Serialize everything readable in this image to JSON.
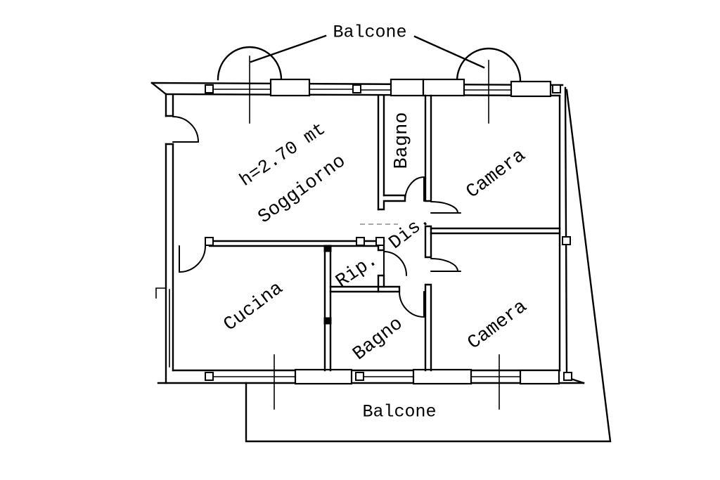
{
  "plan": {
    "balcony_top": "Balcone",
    "balcony_bottom": "Balcone",
    "ceiling_height": "h=2.70 mt",
    "rooms": {
      "soggiorno": "Soggiorno",
      "bagno_upper": "Bagno",
      "camera_upper": "Camera",
      "disimpegno": "Dis.",
      "ripostiglio": "Rip.",
      "cucina": "Cucina",
      "bagno_lower": "Bagno",
      "camera_lower": "Camera"
    }
  },
  "colors": {
    "ink": "#000000",
    "paper": "#ffffff",
    "hidden_line": "#8a8a8a"
  }
}
